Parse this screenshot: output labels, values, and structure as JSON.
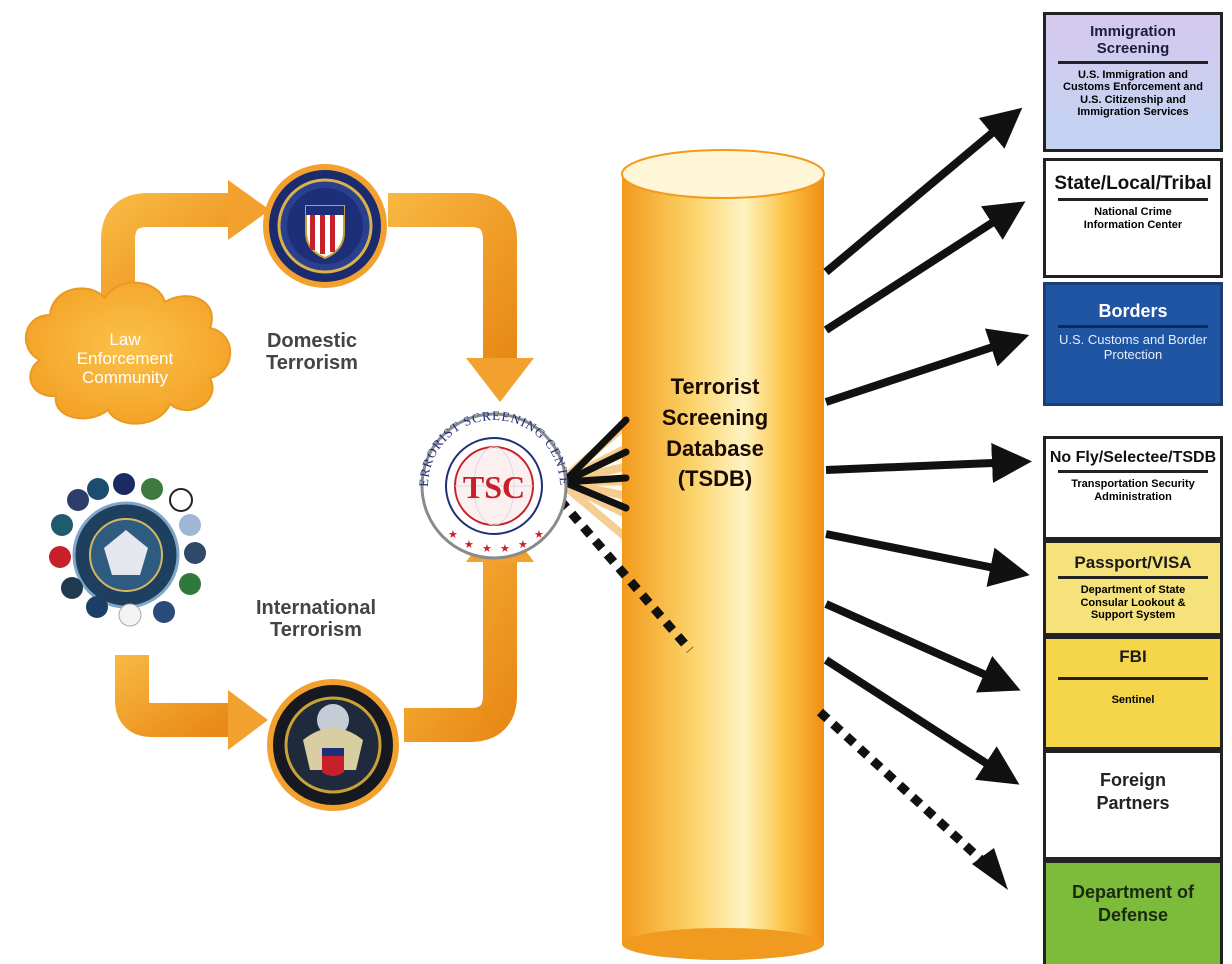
{
  "cloud_label": "Law\nEnforcement\nCommunity",
  "domestic_label": "Domestic\nTerrorism",
  "international_label": "International\nTerrorism",
  "tsc_seal": {
    "ring_text": "TERRORIST SCREENING CENTER",
    "center_text": "TSC"
  },
  "database_label": "Terrorist\nScreening\nDatabase\n(TSDB)",
  "panels": [
    {
      "title": "Immigration\nScreening",
      "subtitle": "U.S. Immigration and\nCustoms Enforcement and\nU.S. Citizenship and\nImmigration Services"
    },
    {
      "title": "State/Local/Tribal",
      "subtitle": "National Crime\nInformation Center"
    },
    {
      "title": "Borders",
      "subtitle": "U.S. Customs and Border\nProtection"
    },
    {
      "title": "No Fly/Selectee/TSDB",
      "subtitle": "Transportation Security\nAdministration"
    },
    {
      "title": "Passport/VISA",
      "subtitle": "Department of State\nConsular Lookout &\nSupport System"
    },
    {
      "title": "FBI",
      "subtitle": "Sentinel"
    },
    {
      "title": "Foreign\nPartners",
      "subtitle": ""
    },
    {
      "title": "Department of\nDefense",
      "subtitle": ""
    }
  ],
  "colors": {
    "flow_arrow": "#f3a12e",
    "cloud": "#f7b733",
    "cylinder_edge": "#f39a1c",
    "cylinder_core": "#ffffff"
  }
}
